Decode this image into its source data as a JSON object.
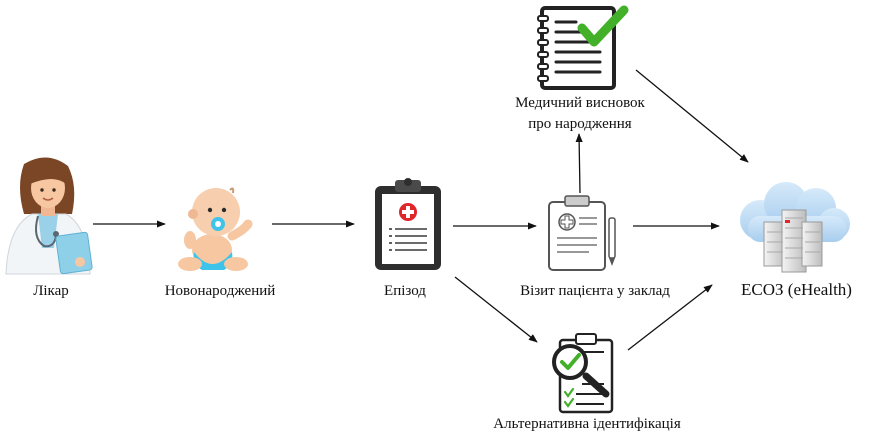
{
  "nodes": {
    "doctor": {
      "label": "Лікар"
    },
    "newborn": {
      "label": "Новонароджений"
    },
    "episode": {
      "label": "Епізод"
    },
    "birth_report": {
      "label_line1": "Медичний висновок",
      "label_line2": "про народження"
    },
    "visit": {
      "label": "Візит пацієнта у заклад"
    },
    "ehealth": {
      "label": "ЕСОЗ (eHealth)"
    },
    "alt_id": {
      "label": "Альтернативна ідентифікація"
    }
  },
  "icons": {
    "doctor": "doctor-icon",
    "newborn": "baby-icon",
    "episode": "medical-clipboard-icon",
    "birth_report": "checklist-notepad-icon",
    "visit": "clipboard-pen-icon",
    "ehealth": "cloud-server-icon",
    "alt_id": "magnifier-checklist-icon"
  },
  "edges": [
    {
      "from": "doctor",
      "to": "newborn"
    },
    {
      "from": "newborn",
      "to": "episode"
    },
    {
      "from": "episode",
      "to": "visit"
    },
    {
      "from": "episode",
      "to": "alt_id"
    },
    {
      "from": "visit",
      "to": "birth_report"
    },
    {
      "from": "visit",
      "to": "ehealth"
    },
    {
      "from": "birth_report",
      "to": "ehealth"
    },
    {
      "from": "alt_id",
      "to": "ehealth"
    }
  ],
  "colors": {
    "arrow": "#111111",
    "check_green": "#43b02a",
    "medical_red": "#e0252b",
    "cloud_blue": "#b9daf3",
    "skin": "#f6c7a1",
    "doctor_hair": "#7a4625",
    "baby_diaper": "#3ec4ea"
  }
}
